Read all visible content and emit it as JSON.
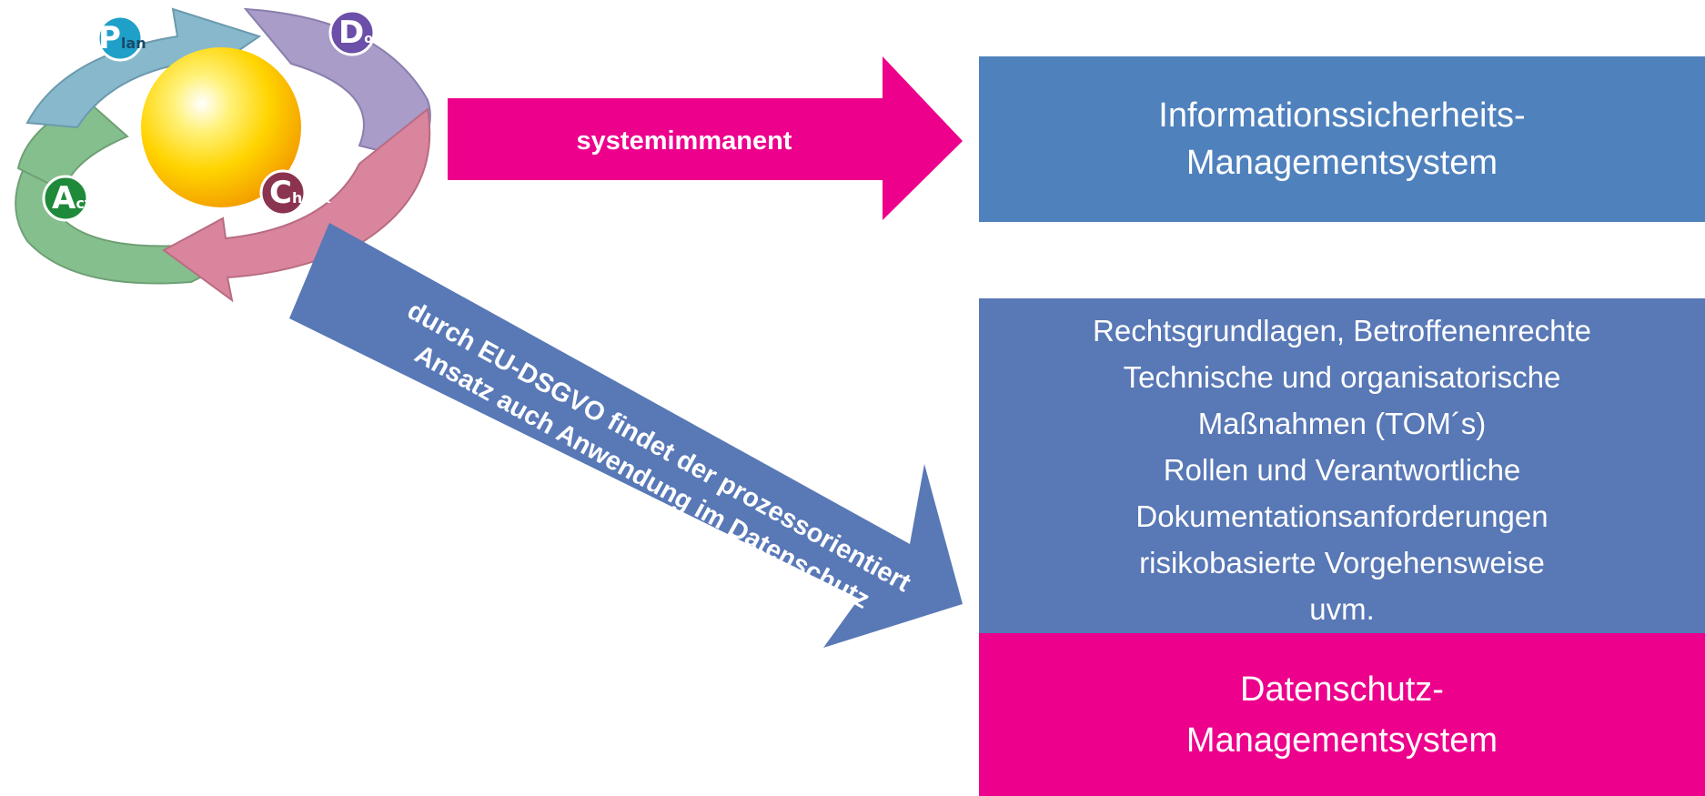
{
  "pdca": {
    "plan": {
      "initial": "P",
      "rest": "lan"
    },
    "do": {
      "initial": "D",
      "rest": "o"
    },
    "check": {
      "initial": "C",
      "rest": "heck"
    },
    "act": {
      "initial": "A",
      "rest": "ct"
    }
  },
  "arrow_top": {
    "label": "systemimmanent"
  },
  "arrow_diagonal": {
    "line1": "durch EU-DSGVO findet der prozessorientiert",
    "line2": "Ansatz auch Anwendung im Datenschutz"
  },
  "isms": {
    "line1": "Informationssicherheits-",
    "line2": "Managementsystem"
  },
  "requirements": {
    "items": [
      "Rechtsgrundlagen, Betroffenenrechte",
      "Technische und organisatorische",
      "Maßnahmen (TOM´s)",
      "Rollen und Verantwortliche",
      "Dokumentationsanforderungen",
      "risikobasierte Vorgehensweise",
      "uvm."
    ]
  },
  "dsms": {
    "line1": "Datenschutz-",
    "line2": "Managementsystem"
  },
  "colors": {
    "magenta": "#ec008c",
    "blue": "#4f81bd",
    "blue_dark": "#5878b6",
    "plan": "#88b8cc",
    "do": "#a99cc9",
    "check": "#d9859d",
    "act": "#86bf8e"
  }
}
